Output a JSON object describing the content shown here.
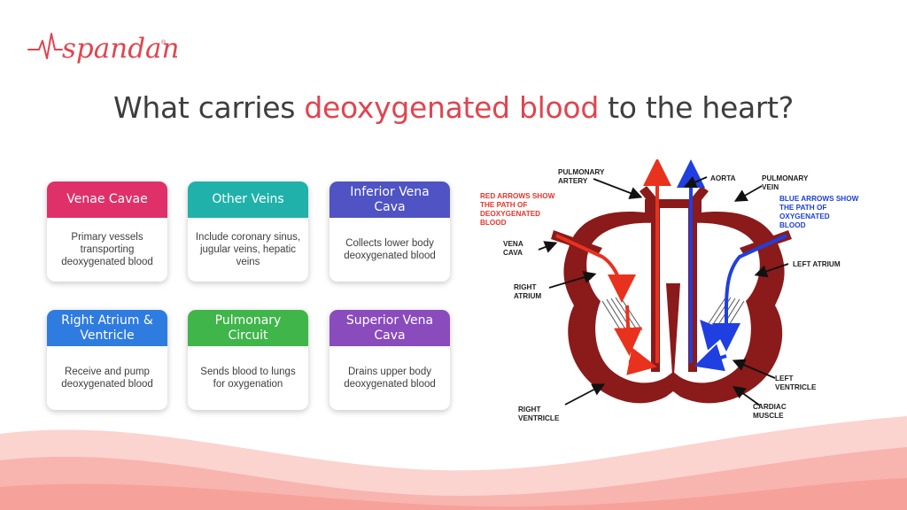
{
  "brand": {
    "name": "spandan",
    "registered": "®",
    "color": "#e0454f"
  },
  "title": {
    "prefix": "What carries ",
    "highlight": "deoxygenated blood",
    "suffix": " to the heart?"
  },
  "cards": [
    {
      "title": "Venae Cavae",
      "desc": "Primary vessels transporting deoxygenated blood",
      "color": "#e0306a"
    },
    {
      "title": "Other Veins",
      "desc": "Include coronary sinus, jugular veins, hepatic veins",
      "color": "#20b2aa"
    },
    {
      "title": "Inferior Vena Cava",
      "desc": "Collects lower body deoxygenated blood",
      "color": "#4f53c4"
    },
    {
      "title": "Right Atrium & Ventricle",
      "desc": "Receive and pump deoxygenated blood",
      "color": "#2f7ce0"
    },
    {
      "title": "Pulmonary Circuit",
      "desc": "Sends blood to lungs for oxygenation",
      "color": "#3fb54a"
    },
    {
      "title": "Superior Vena Cava",
      "desc": "Drains upper body deoxygenated blood",
      "color": "#8a4bbd"
    }
  ],
  "diagram": {
    "labels": {
      "pulmonary_artery": [
        "PULMONARY",
        "ARTERY"
      ],
      "aorta": "AORTA",
      "pulmonary_vein": [
        "PULMONARY",
        "VEIN"
      ],
      "red_note": [
        "RED ARROWS SHOW",
        "THE PATH OF",
        "DEOXYGENATED",
        "BLOOD"
      ],
      "blue_note": [
        "BLUE ARROWS SHOW",
        "THE PATH OF",
        "OXYGENATED",
        "BLOOD"
      ],
      "vena_cava": [
        "VENA",
        "CAVA"
      ],
      "left_atrium": "LEFT ATRIUM",
      "right_atrium": [
        "RIGHT",
        "ATRIUM"
      ],
      "left_ventricle": [
        "LEFT",
        "VENTRICLE"
      ],
      "cardiac_muscle": [
        "CARDIAC",
        "MUSCLE"
      ],
      "right_ventricle": [
        "RIGHT",
        "VENTRICLE"
      ]
    },
    "colors": {
      "muscle": "#8b1a1a",
      "red_arrow": "#e8321e",
      "blue_arrow": "#1f3fe0"
    }
  }
}
